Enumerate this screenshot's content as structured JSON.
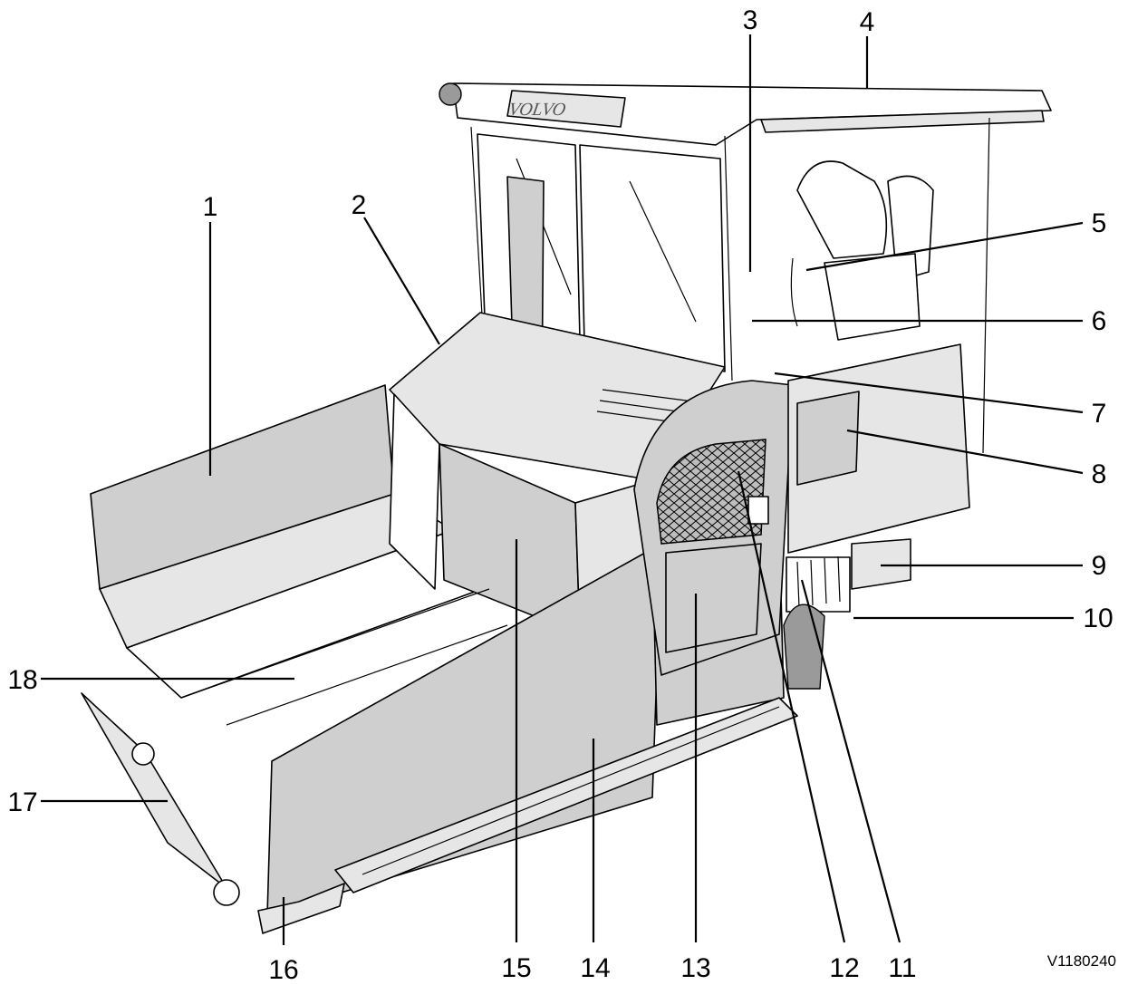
{
  "diagram": {
    "brand_text": "VOLVO",
    "reference_code": "V1180240",
    "callouts": [
      {
        "id": "c1",
        "label": "1"
      },
      {
        "id": "c2",
        "label": "2"
      },
      {
        "id": "c3",
        "label": "3"
      },
      {
        "id": "c4",
        "label": "4"
      },
      {
        "id": "c5",
        "label": "5"
      },
      {
        "id": "c6",
        "label": "6"
      },
      {
        "id": "c7",
        "label": "7"
      },
      {
        "id": "c8",
        "label": "8"
      },
      {
        "id": "c9",
        "label": "9"
      },
      {
        "id": "c10",
        "label": "10"
      },
      {
        "id": "c11",
        "label": "11"
      },
      {
        "id": "c12",
        "label": "12"
      },
      {
        "id": "c13",
        "label": "13"
      },
      {
        "id": "c14",
        "label": "14"
      },
      {
        "id": "c15",
        "label": "15"
      },
      {
        "id": "c16",
        "label": "16"
      },
      {
        "id": "c17",
        "label": "17"
      },
      {
        "id": "c18",
        "label": "18"
      }
    ],
    "colors": {
      "panel": "#cfcfcf",
      "panel_light": "#e6e6e6",
      "outline": "#000000"
    }
  }
}
